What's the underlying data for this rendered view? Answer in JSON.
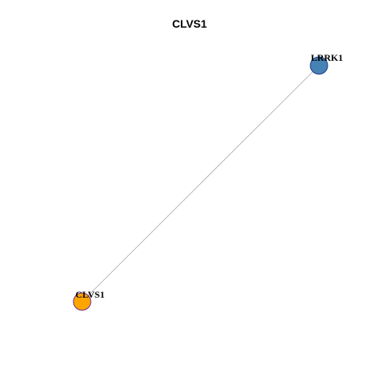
{
  "title": "CLVS1",
  "graph": {
    "nodes": [
      {
        "id": "LRRK1",
        "label": "LRRK1",
        "fill": "#4682B4",
        "stroke": "#1F3A8A"
      },
      {
        "id": "CLVS1",
        "label": "CLVS1",
        "fill": "#FFA500",
        "stroke": "#6B2D8F"
      }
    ],
    "edges": [
      {
        "source": "CLVS1",
        "target": "LRRK1",
        "color": "#A9A9A9"
      }
    ]
  }
}
